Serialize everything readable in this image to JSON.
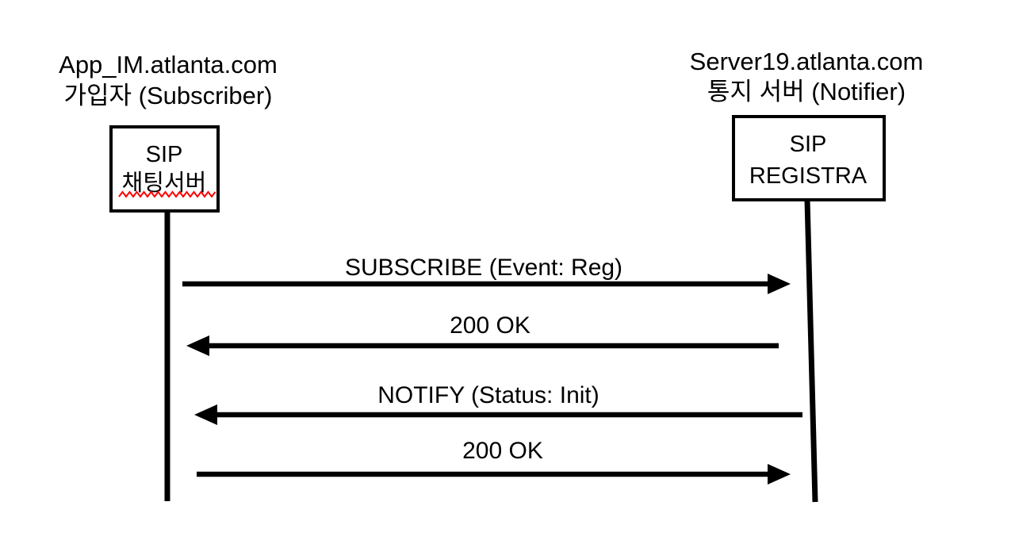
{
  "diagram": {
    "type": "sip-sequence-diagram",
    "colors": {
      "line": "#000000",
      "background": "#ffffff",
      "spellcheck_underline": "#ff0000"
    },
    "actors": [
      {
        "id": "subscriber",
        "host": "App_IM.atlanta.com",
        "role": "가입자 (Subscriber)",
        "box_line1": "SIP",
        "box_line2": "채팅서버"
      },
      {
        "id": "notifier",
        "host": "Server19.atlanta.com",
        "role": "통지 서버 (Notifier)",
        "box_line1": "SIP",
        "box_line2": "REGISTRA"
      }
    ],
    "messages": [
      {
        "label": "SUBSCRIBE (Event: Reg)",
        "from": "subscriber",
        "to": "notifier",
        "direction": "right"
      },
      {
        "label": "200 OK",
        "from": "notifier",
        "to": "subscriber",
        "direction": "left"
      },
      {
        "label": "NOTIFY (Status: Init)",
        "from": "notifier",
        "to": "subscriber",
        "direction": "left"
      },
      {
        "label": "200 OK",
        "from": "subscriber",
        "to": "notifier",
        "direction": "right"
      }
    ]
  }
}
